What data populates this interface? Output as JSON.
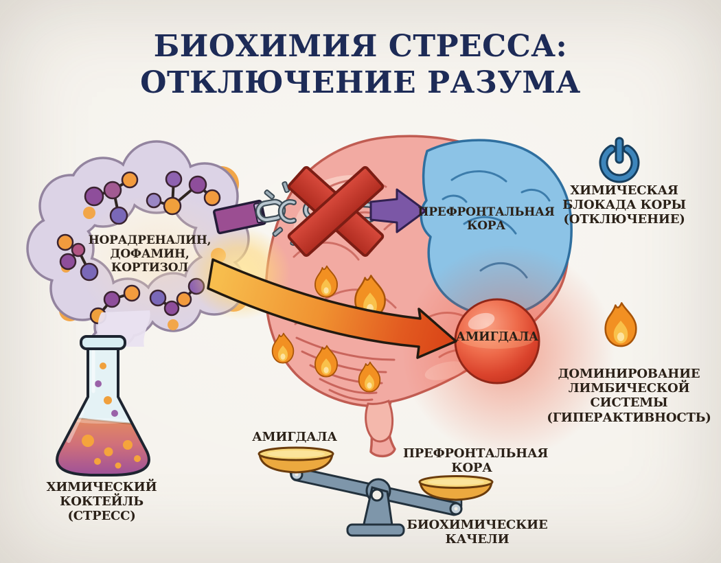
{
  "title": {
    "line1": "БИОХИМИЯ СТРЕССА:",
    "line2": "ОТКЛЮЧЕНИЕ РАЗУМА"
  },
  "stress_cloud": {
    "label": "НОРАДРЕНАЛИН,\nДОФАМИН,\nКОРТИЗОЛ"
  },
  "flask": {
    "label": "ХИМИЧЕСКИЙ\nКОКТЕЙЛЬ\n(СТРЕСС)"
  },
  "brain": {
    "prefrontal_label": "ПРЕФРОНТАЛЬНАЯ\nКОРА",
    "amygdala_label": "АМИГДАЛА"
  },
  "cortex_blockade": {
    "icon": "power-icon",
    "label": "ХИМИЧЕСКАЯ\nБЛОКАДА КОРЫ\n(ОТКЛЮЧЕНИЕ)"
  },
  "limbic_dominance": {
    "icon": "flame-icon",
    "label": "ДОМИНИРОВАНИЕ\nЛИМБИЧЕСКОЙ\nСИСТЕМЫ\n(ГИПЕРАКТИВНОСТЬ)"
  },
  "seesaw": {
    "left_pan_label": "АМИГДАЛА",
    "right_pan_label": "ПРЕФРОНТАЛЬНАЯ\nКОРА",
    "caption": "БИОХИМИЧЕСКИЕ\nКАЧЕЛИ"
  },
  "palette": {
    "title_navy": "#1d2b57",
    "label_ink": "#2b2118",
    "cloud_lavender": "#dcd3e6",
    "brain_pink": "#f2aaa2",
    "prefrontal_blue": "#8cc3e6",
    "amygdala_red": "#d8412c",
    "arrow_orange": "#ef8f2e",
    "arrow_purple": "#7b57a6",
    "x_red": "#cb3a30",
    "power_blue": "#3d85bb",
    "flame_orange": "#f29022",
    "seesaw_steel": "#7e96aa",
    "pan_gold": "#eca93f",
    "background": "#f5f2ec"
  }
}
